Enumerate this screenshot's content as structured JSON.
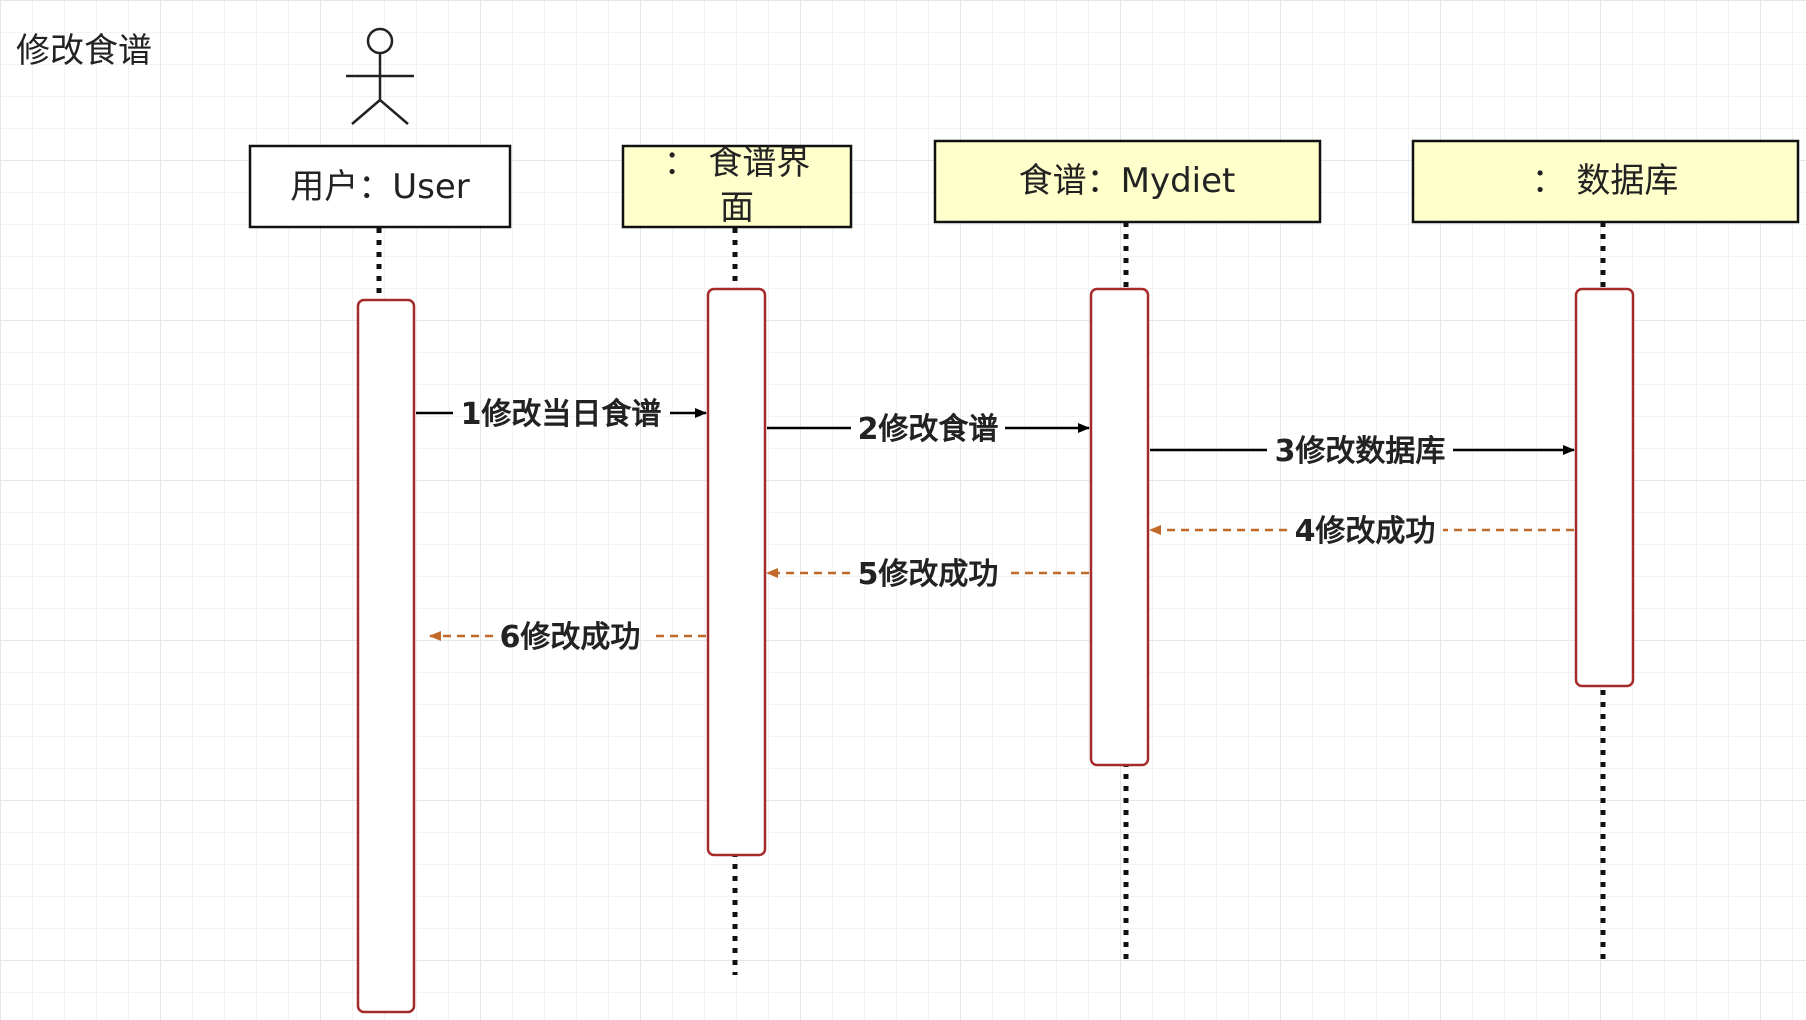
{
  "diagram": {
    "type": "sequence",
    "title": "修改食谱",
    "colors": {
      "actor_box_fill": "#ffffff",
      "object_box_fill": "#ffffcc",
      "activation_stroke": "#a52a2a",
      "call_arrow": "#000000",
      "return_arrow": "#c0692a"
    },
    "participants": [
      {
        "id": "user",
        "label": "用户：User",
        "kind": "actor"
      },
      {
        "id": "ui",
        "label_lines": [
          "：  食谱界",
          "面"
        ],
        "kind": "object"
      },
      {
        "id": "mydiet",
        "label": "食谱：Mydiet",
        "kind": "object"
      },
      {
        "id": "db",
        "label": "：  数据库",
        "kind": "object"
      }
    ],
    "messages": [
      {
        "seq": 1,
        "label": "1修改当日食谱",
        "from": "user",
        "to": "ui",
        "kind": "call"
      },
      {
        "seq": 2,
        "label": "2修改食谱",
        "from": "ui",
        "to": "mydiet",
        "kind": "call"
      },
      {
        "seq": 3,
        "label": "3修改数据库",
        "from": "mydiet",
        "to": "db",
        "kind": "call"
      },
      {
        "seq": 4,
        "label": "4修改成功",
        "from": "db",
        "to": "mydiet",
        "kind": "return"
      },
      {
        "seq": 5,
        "label": "5修改成功",
        "from": "mydiet",
        "to": "ui",
        "kind": "return"
      },
      {
        "seq": 6,
        "label": "6修改成功",
        "from": "ui",
        "to": "user",
        "kind": "return"
      }
    ]
  }
}
